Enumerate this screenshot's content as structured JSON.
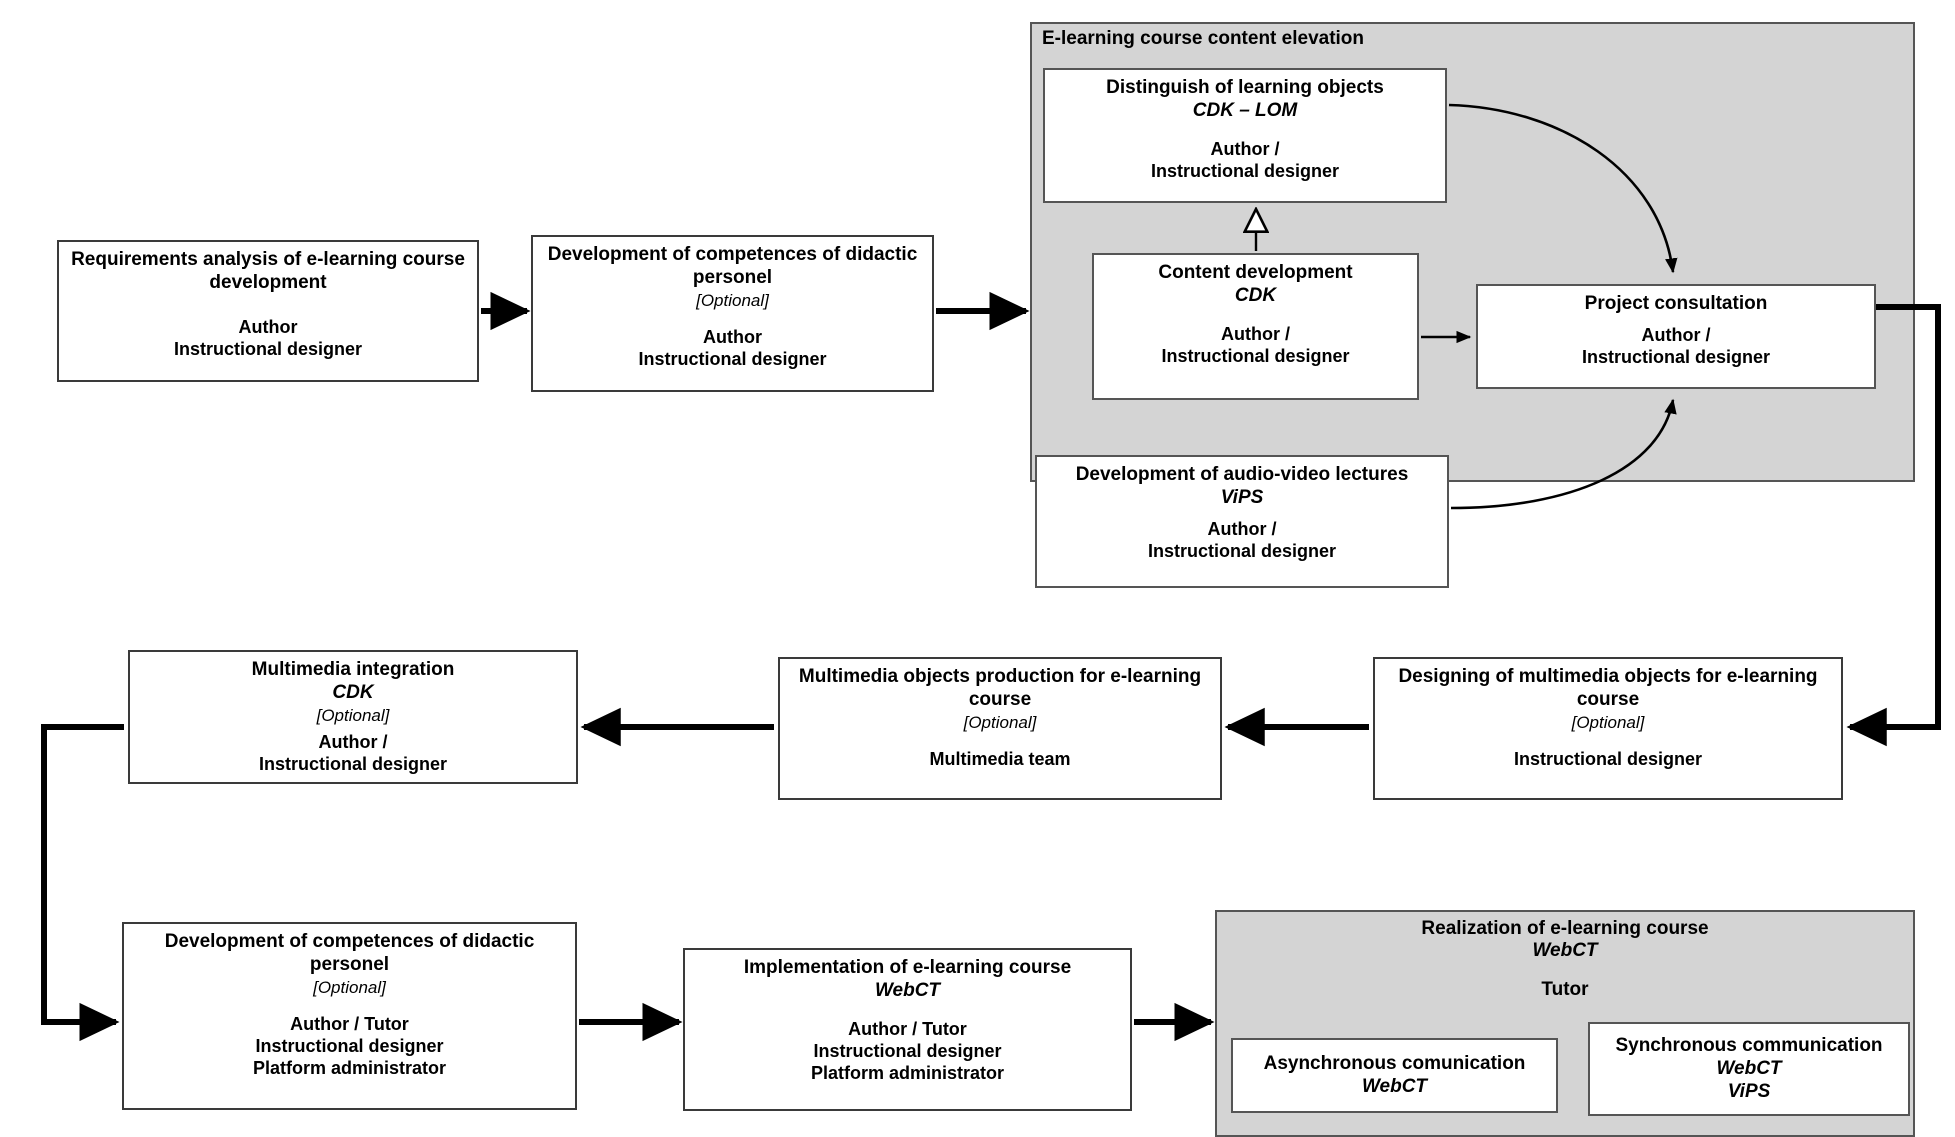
{
  "diagram": {
    "title": "E-learning course development process flowchart",
    "colors": {
      "group_fill": "#d4d4d4",
      "group_border": "#555555",
      "box_fill": "#ffffff",
      "box_border": "#3a3a3a",
      "connector": "#000000",
      "page_background": "#ffffff"
    }
  },
  "groups": {
    "content_elevation": {
      "title": "E-learning course content elevation"
    },
    "realization": {
      "title": "Realization of e-learning course",
      "tool": "WebCT",
      "roles": "Tutor"
    }
  },
  "nodes": {
    "requirements_analysis": {
      "title": "Requirements analysis of e-learning course development",
      "roles_line1": "Author",
      "roles_line2": "Instructional designer"
    },
    "competences_top": {
      "title": "Development of competences of didactic personel",
      "optional": "[Optional]",
      "roles_line1": "Author",
      "roles_line2": "Instructional designer"
    },
    "distinguish_objects": {
      "title": "Distinguish of learning objects",
      "tool": "CDK – LOM",
      "roles_line1": "Author /",
      "roles_line2": "Instructional designer"
    },
    "content_development": {
      "title": "Content development",
      "tool": "CDK",
      "roles_line1": "Author /",
      "roles_line2": "Instructional designer"
    },
    "audio_video": {
      "title": "Development of audio-video lectures",
      "tool": "ViPS",
      "roles_line1": "Author /",
      "roles_line2": "Instructional designer"
    },
    "project_consultation": {
      "title": "Project consultation",
      "roles_line1": "Author /",
      "roles_line2": "Instructional designer"
    },
    "designing_multimedia": {
      "title": "Designing of multimedia objects for e-learning course",
      "optional": "[Optional]",
      "roles_line1": "Instructional designer"
    },
    "multimedia_production": {
      "title": "Multimedia objects production for e-learning course",
      "optional": "[Optional]",
      "roles_line1": "Multimedia team"
    },
    "multimedia_integration": {
      "title": "Multimedia integration",
      "tool": "CDK",
      "optional": "[Optional]",
      "roles_line1": "Author /",
      "roles_line2": "Instructional designer"
    },
    "competences_bottom": {
      "title": "Development of competences of didactic personel",
      "optional": "[Optional]",
      "roles_line1": "Author / Tutor",
      "roles_line2": "Instructional designer",
      "roles_line3": "Platform administrator"
    },
    "implementation": {
      "title": "Implementation of e-learning course",
      "tool": "WebCT",
      "roles_line1": "Author / Tutor",
      "roles_line2": "Instructional designer",
      "roles_line3": "Platform administrator"
    },
    "async_comm": {
      "title": "Asynchronous comunication",
      "tool": "WebCT"
    },
    "sync_comm": {
      "title": "Synchronous communication",
      "tool_line1": "WebCT",
      "tool_line2": "ViPS"
    }
  }
}
